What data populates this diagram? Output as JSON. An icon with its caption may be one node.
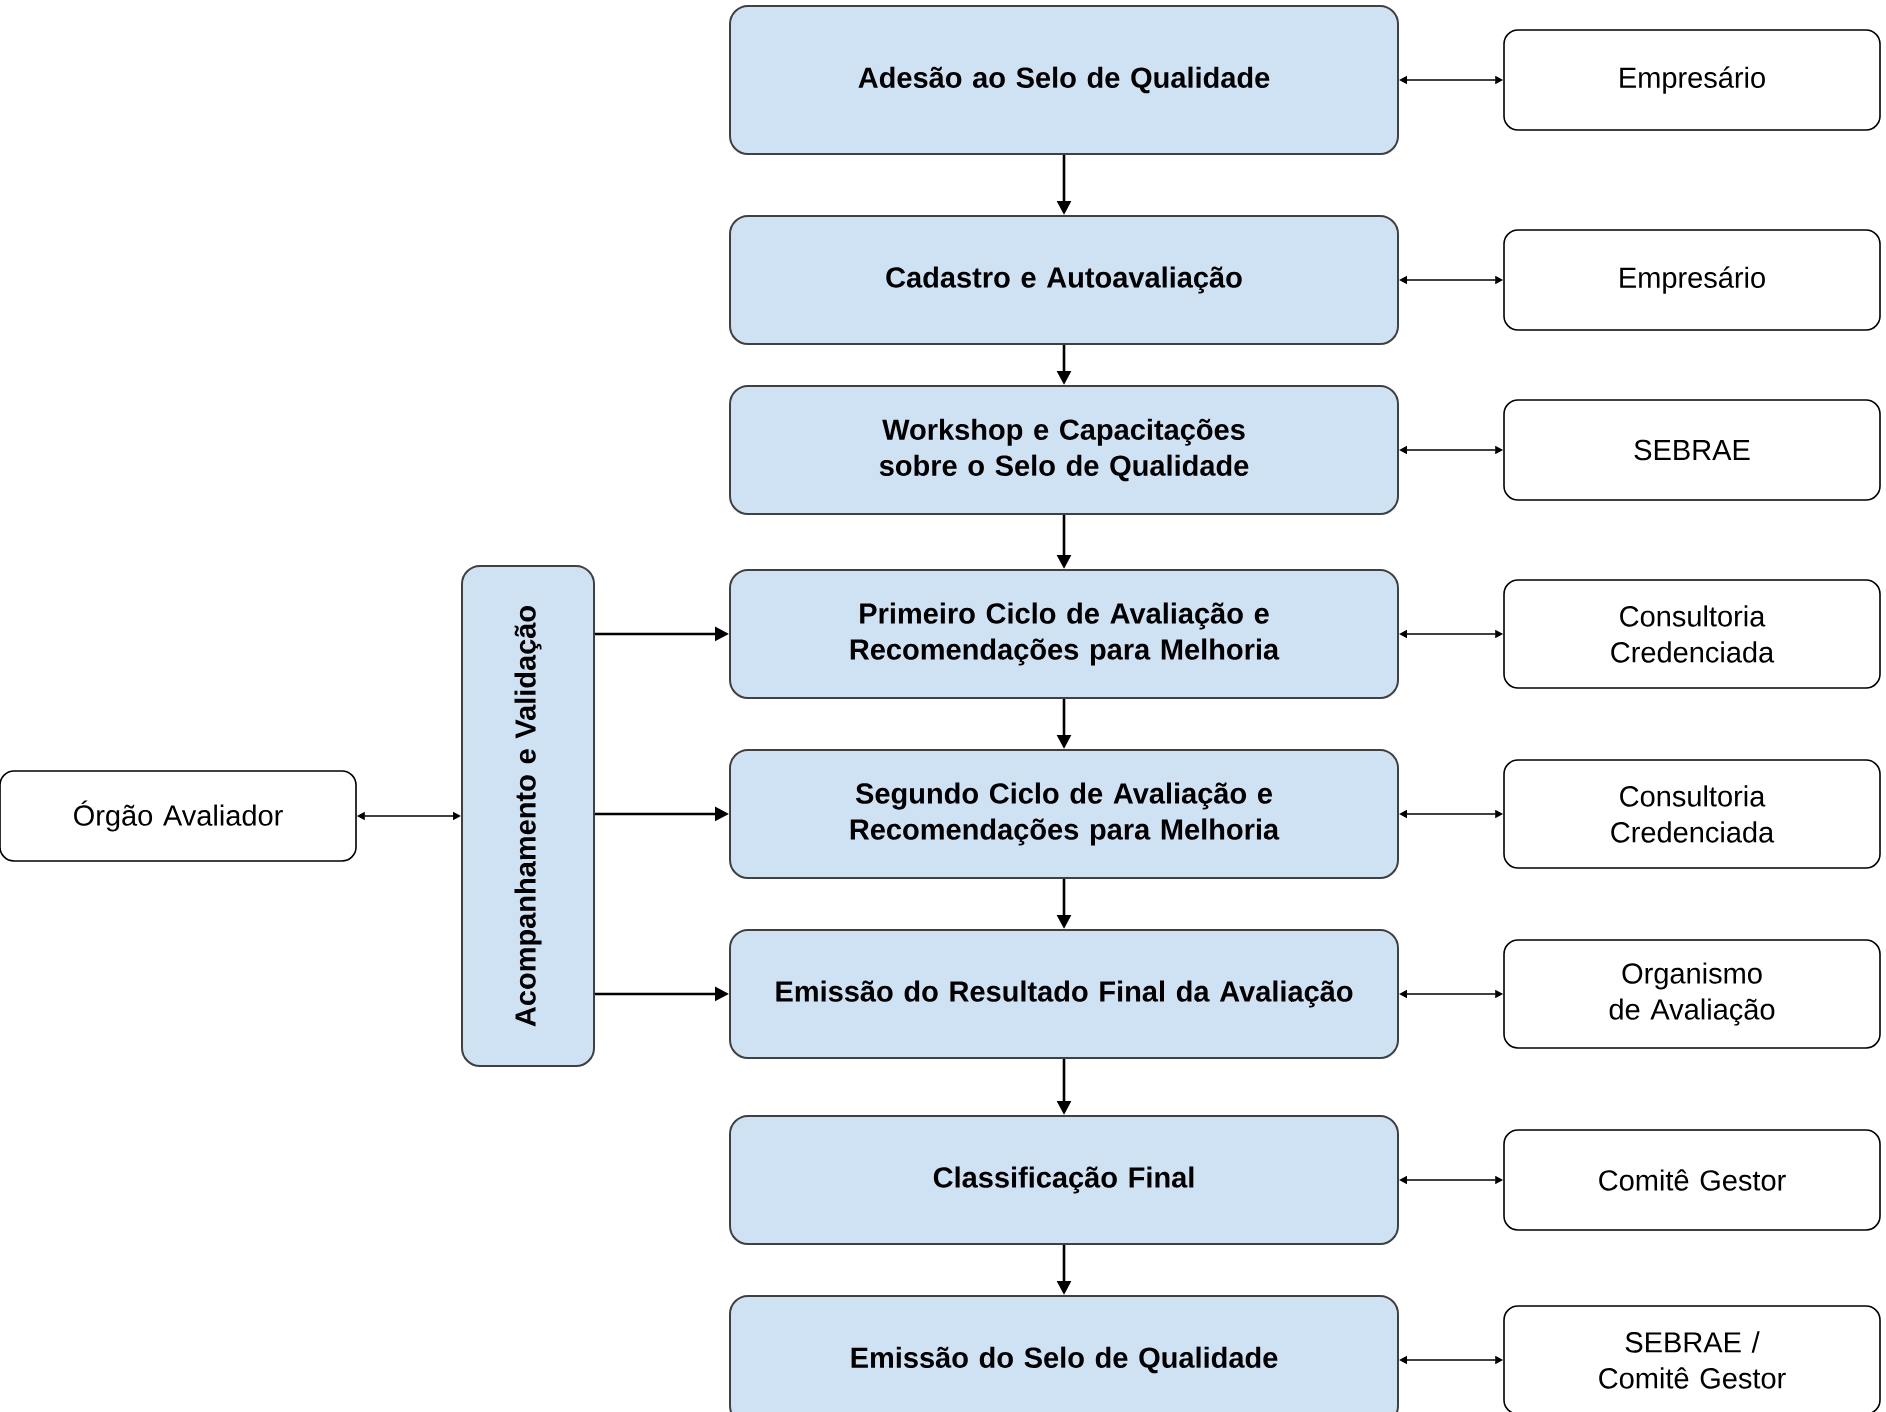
{
  "diagram": {
    "nodes": [
      {
        "text": [
          "Adesão ao Selo de Qualidade"
        ]
      },
      {
        "text": [
          "Cadastro e Autoavaliação"
        ]
      },
      {
        "text": [
          "Workshop e Capacitações sobre o Selo de Qualidade"
        ]
      },
      {
        "text": [
          "Primeiro Ciclo de Avaliação e Recomendações para Melhoria"
        ]
      },
      {
        "text": [
          "Segundo Ciclo de Avaliação e Recomendações para Melhoria"
        ]
      },
      {
        "text": [
          "Emissão do Resultado Final da Avaliação"
        ]
      },
      {
        "text": [
          "Classificação Final"
        ]
      },
      {
        "text": [
          "Emissão do Selo de Qualidade"
        ]
      },
      {
        "text": [
          "Empresário"
        ]
      },
      {
        "text": [
          "Empresário"
        ]
      },
      {
        "text": [
          "SEBRAE"
        ]
      },
      {
        "text": [
          "Consultoria Credenciada"
        ]
      },
      {
        "text": [
          "Consultoria Credenciada"
        ]
      },
      {
        "text": [
          "Organismo de Avaliação"
        ]
      },
      {
        "text": [
          "Comitê Gestor"
        ]
      },
      {
        "text": [
          "SEBRAE / Comitê Gestor"
        ]
      },
      {
        "text": [
          "Acompanhamento e Validação"
        ]
      },
      {
        "text": [
          "Órgão Avaliador"
        ]
      }
    ],
    "edges": [
      {
        "from": 0,
        "to": 1,
        "arrow": "to"
      },
      {
        "from": 1,
        "to": 2,
        "arrow": "to"
      },
      {
        "from": 2,
        "to": 3,
        "arrow": "to"
      },
      {
        "from": 3,
        "to": 4,
        "arrow": "to"
      },
      {
        "from": 4,
        "to": 5,
        "arrow": "to"
      },
      {
        "from": 5,
        "to": 6,
        "arrow": "to"
      },
      {
        "from": 6,
        "to": 7,
        "arrow": "to"
      },
      {
        "from": 0,
        "to": 8,
        "arrow": "both"
      },
      {
        "from": 1,
        "to": 9,
        "arrow": "both"
      },
      {
        "from": 2,
        "to": 10,
        "arrow": "both"
      },
      {
        "from": 3,
        "to": 11,
        "arrow": "both"
      },
      {
        "from": 4,
        "to": 12,
        "arrow": "both"
      },
      {
        "from": 5,
        "to": 13,
        "arrow": "both"
      },
      {
        "from": 6,
        "to": 14,
        "arrow": "both"
      },
      {
        "from": 7,
        "to": 15,
        "arrow": "both"
      },
      {
        "from": 17,
        "to": 16,
        "arrow": "both"
      },
      {
        "from": 16,
        "to": 3,
        "arrow": "to"
      },
      {
        "from": 16,
        "to": 4,
        "arrow": "to"
      },
      {
        "from": 16,
        "to": 5,
        "arrow": "to"
      }
    ]
  }
}
